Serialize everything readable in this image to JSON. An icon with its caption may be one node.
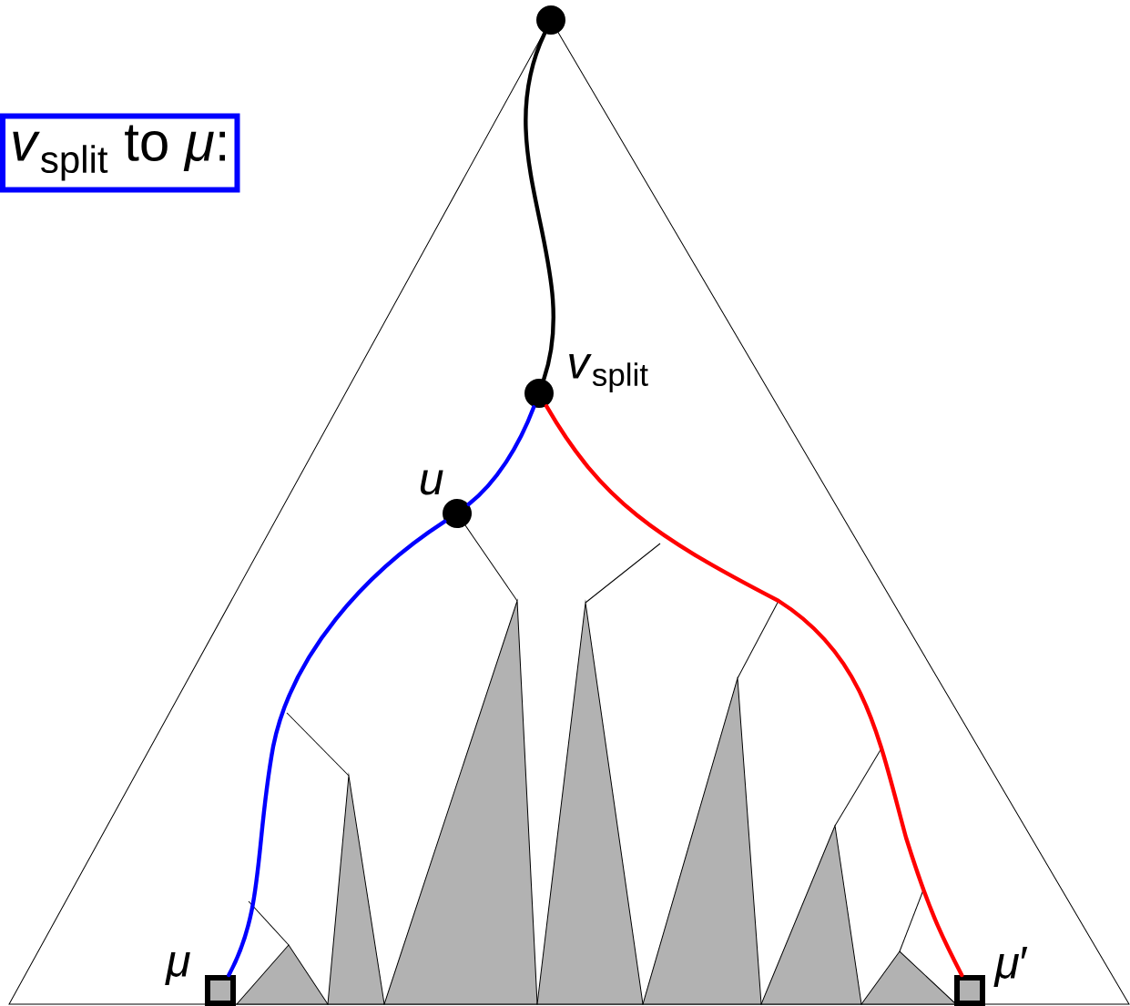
{
  "diagram": {
    "nodes": [
      {
        "text": [],
        "shape": "circle"
      },
      {
        "text": [],
        "shape": "circle",
        "beside": [
          "*v*$_{split}$"
        ]
      },
      {
        "text": [],
        "shape": "circle",
        "beside": [
          "*u*"
        ]
      },
      {
        "text": [],
        "shape": "box",
        "beside": [
          "*μ*"
        ]
      },
      {
        "text": [],
        "shape": "box",
        "beside": [
          "*μ*′"
        ]
      },
      {
        "text": [
          "*v*$_{split}$ to *μ*:"
        ]
      }
    ],
    "edges": [
      {
        "from": 0,
        "to": 1,
        "arrow": "none",
        "color": "#000000"
      },
      {
        "from": 1,
        "to": 2,
        "arrow": "none",
        "color": "#0000ff"
      },
      {
        "from": 2,
        "to": 3,
        "arrow": "none",
        "color": "#0000ff"
      },
      {
        "from": 1,
        "to": 4,
        "arrow": "none",
        "color": "#ff0000"
      }
    ]
  }
}
